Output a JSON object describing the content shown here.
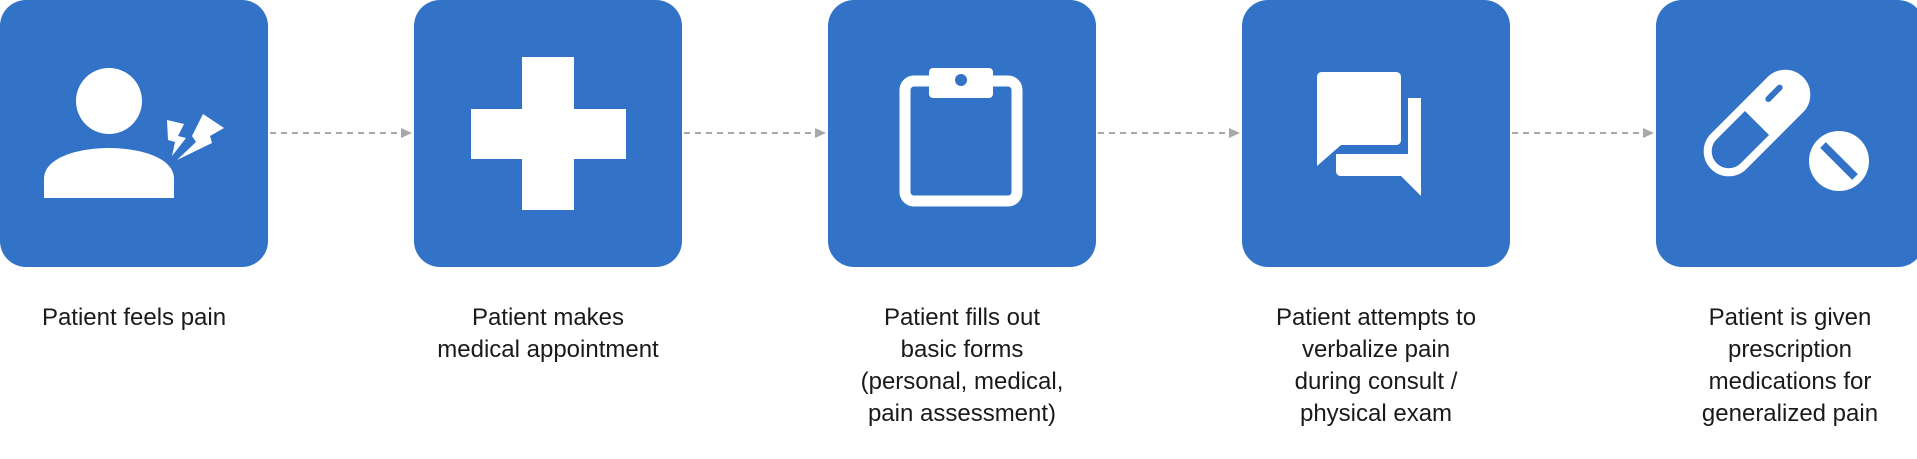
{
  "diagram": {
    "steps": [
      {
        "icon": "person-pain-icon",
        "label": "Patient feels pain"
      },
      {
        "icon": "medical-cross-icon",
        "label": "Patient makes\nmedical appointment"
      },
      {
        "icon": "clipboard-icon",
        "label": "Patient fills out\nbasic forms\n(personal, medical,\npain assessment)"
      },
      {
        "icon": "chat-bubbles-icon",
        "label": "Patient attempts to\nverbalize pain\nduring consult /\nphysical exam"
      },
      {
        "icon": "pills-icon",
        "label": "Patient is given\nprescription\nmedications for\ngeneralized pain"
      }
    ],
    "colors": {
      "tile": "#3273c8",
      "icon": "#ffffff",
      "arrow": "#a8a8a8",
      "text": "#1a1a1a"
    }
  }
}
